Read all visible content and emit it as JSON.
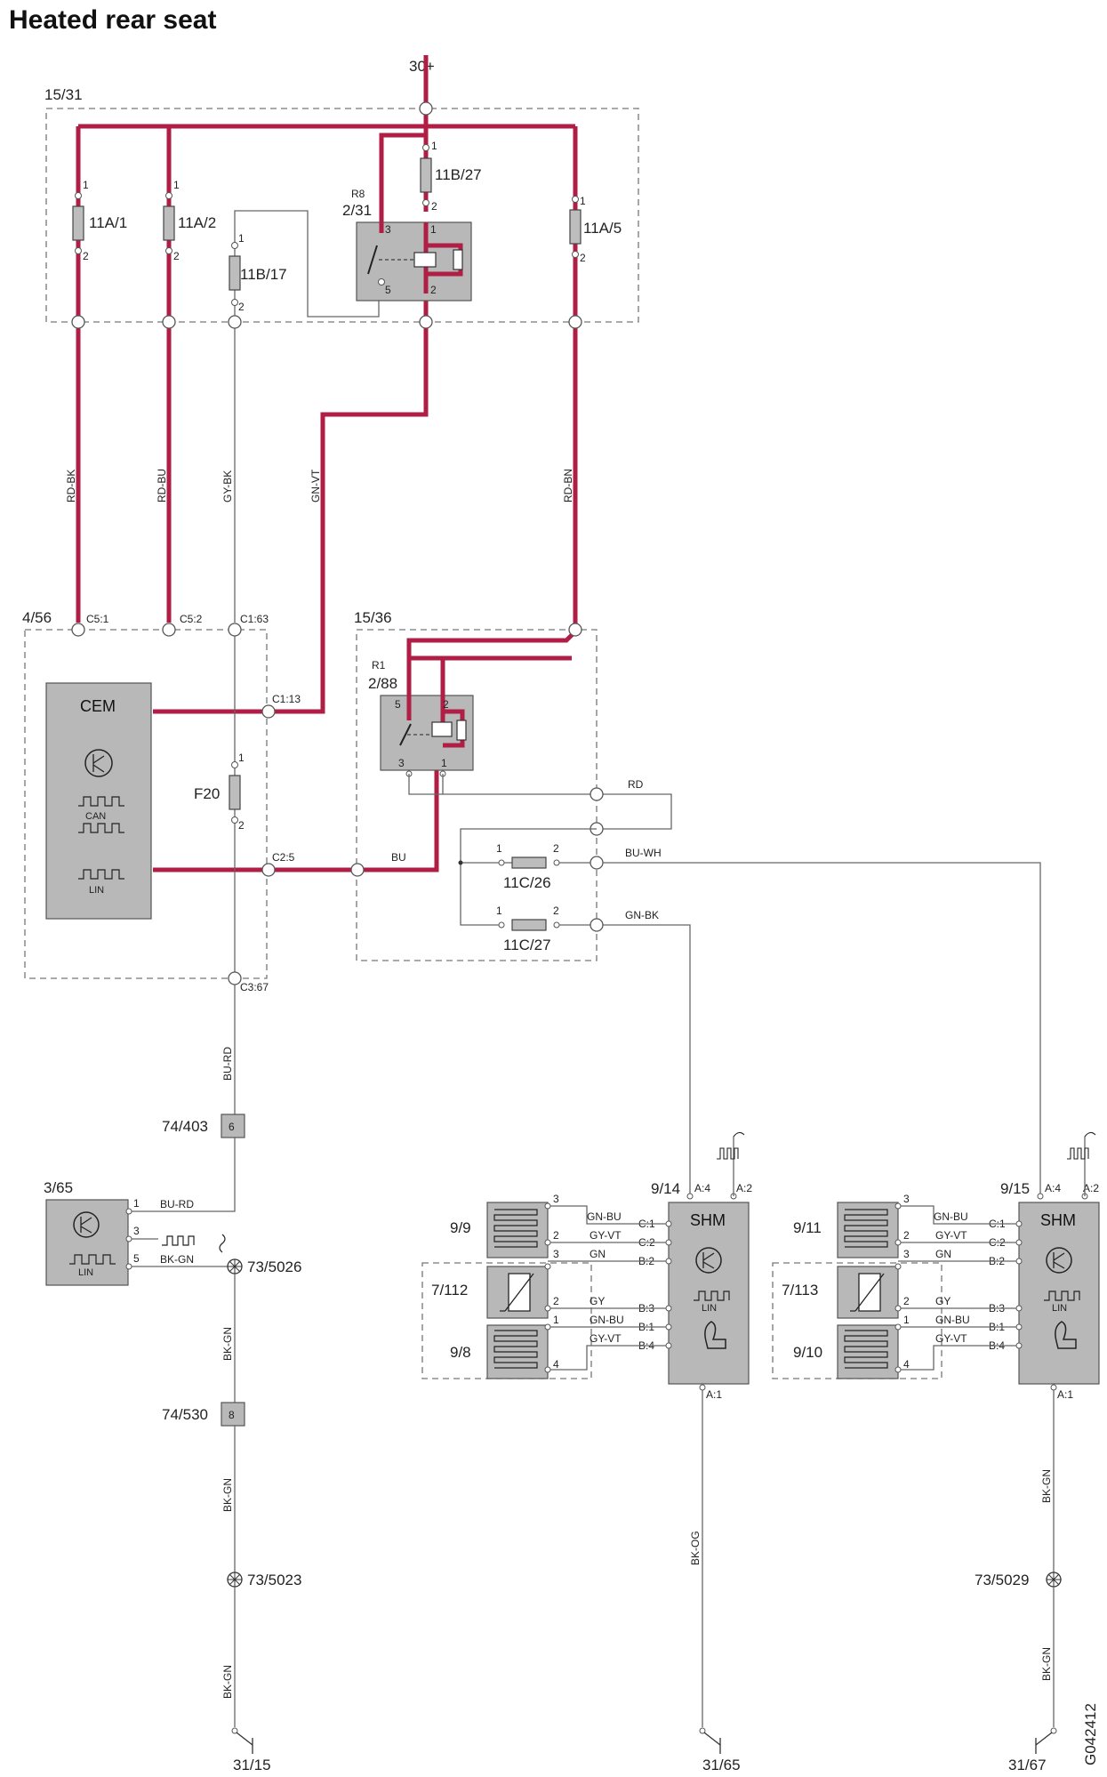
{
  "title": "Heated rear seat",
  "drawing_id": "G042412",
  "supply": "30+",
  "boxes": {
    "b1531": "15/31",
    "b456": "4/56",
    "b1536": "15/36"
  },
  "fuses": {
    "f11a1": "11A/1",
    "f11a2": "11A/2",
    "f11b17": "11B/17",
    "f11b27": "11B/27",
    "f11a5": "11A/5",
    "f20": "F20",
    "f11c26": "11C/26",
    "f11c27": "11C/27"
  },
  "relays": {
    "r8_name": "R8",
    "r8_id": "2/31",
    "r1_name": "R1",
    "r1_id": "2/88"
  },
  "wires": {
    "rd_bk": "RD-BK",
    "rd_bu": "RD-BU",
    "gy_bk": "GY-BK",
    "gn_vt": "GN-VT",
    "rd_bn": "RD-BN",
    "rd": "RD",
    "bu": "BU",
    "bu_wh": "BU-WH",
    "gn_bk": "GN-BK",
    "bu_rd": "BU-RD",
    "bk_gn": "BK-GN",
    "bk_og": "BK-OG",
    "gn_bu": "GN-BU",
    "gy_vt": "GY-VT",
    "gn": "GN",
    "gy": "GY"
  },
  "cem": {
    "label": "CEM",
    "can": "CAN",
    "lin": "LIN",
    "pins": {
      "c5_1": "C5:1",
      "c5_2": "C5:2",
      "c1_63": "C1:63",
      "c1_13": "C1:13",
      "c2_5": "C2:5",
      "c3_67": "C3:67"
    }
  },
  "modules": {
    "m365": "3/65",
    "m914": "9/14",
    "m915": "9/15",
    "shm": "SHM",
    "lin": "LIN"
  },
  "pins": {
    "a4": "A:4",
    "a2": "A:2",
    "a1": "A:1",
    "c1": "C:1",
    "c2": "C:2",
    "b2": "B:2",
    "b3": "B:3",
    "b1": "B:1",
    "b4": "B:4"
  },
  "components": {
    "c99": "9/9",
    "c7112": "7/112",
    "c98": "9/8",
    "c911": "9/11",
    "c7113": "7/113",
    "c910": "9/10",
    "c74403": "74/403",
    "c74530": "74/530",
    "c735026": "73/5026",
    "c735023": "73/5023",
    "c735029": "73/5029"
  },
  "connector_pins": {
    "p6": "6",
    "p8": "8"
  },
  "grounds": {
    "g3115": "31/15",
    "g3165": "31/65",
    "g3167": "31/67"
  },
  "pin_numbers": [
    "1",
    "2",
    "3",
    "4",
    "5"
  ]
}
